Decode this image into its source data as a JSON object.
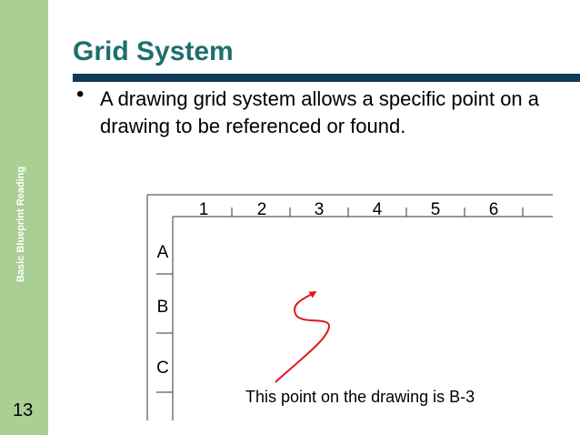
{
  "sidebar": {
    "label": "Basic Blueprint Reading",
    "slide_number": "13",
    "color": "#a9cf95"
  },
  "title": "Grid System",
  "bullet": "A drawing grid system allows a specific point on a drawing to be referenced or found.",
  "grid": {
    "columns": [
      "1",
      "2",
      "3",
      "4",
      "5",
      "6"
    ],
    "rows": [
      "A",
      "B",
      "C"
    ]
  },
  "caption": "This point on the drawing is B-3",
  "colors": {
    "title": "#1e6f6b",
    "title_bar": "#0f3a5a",
    "arrow": "#e0151b"
  }
}
